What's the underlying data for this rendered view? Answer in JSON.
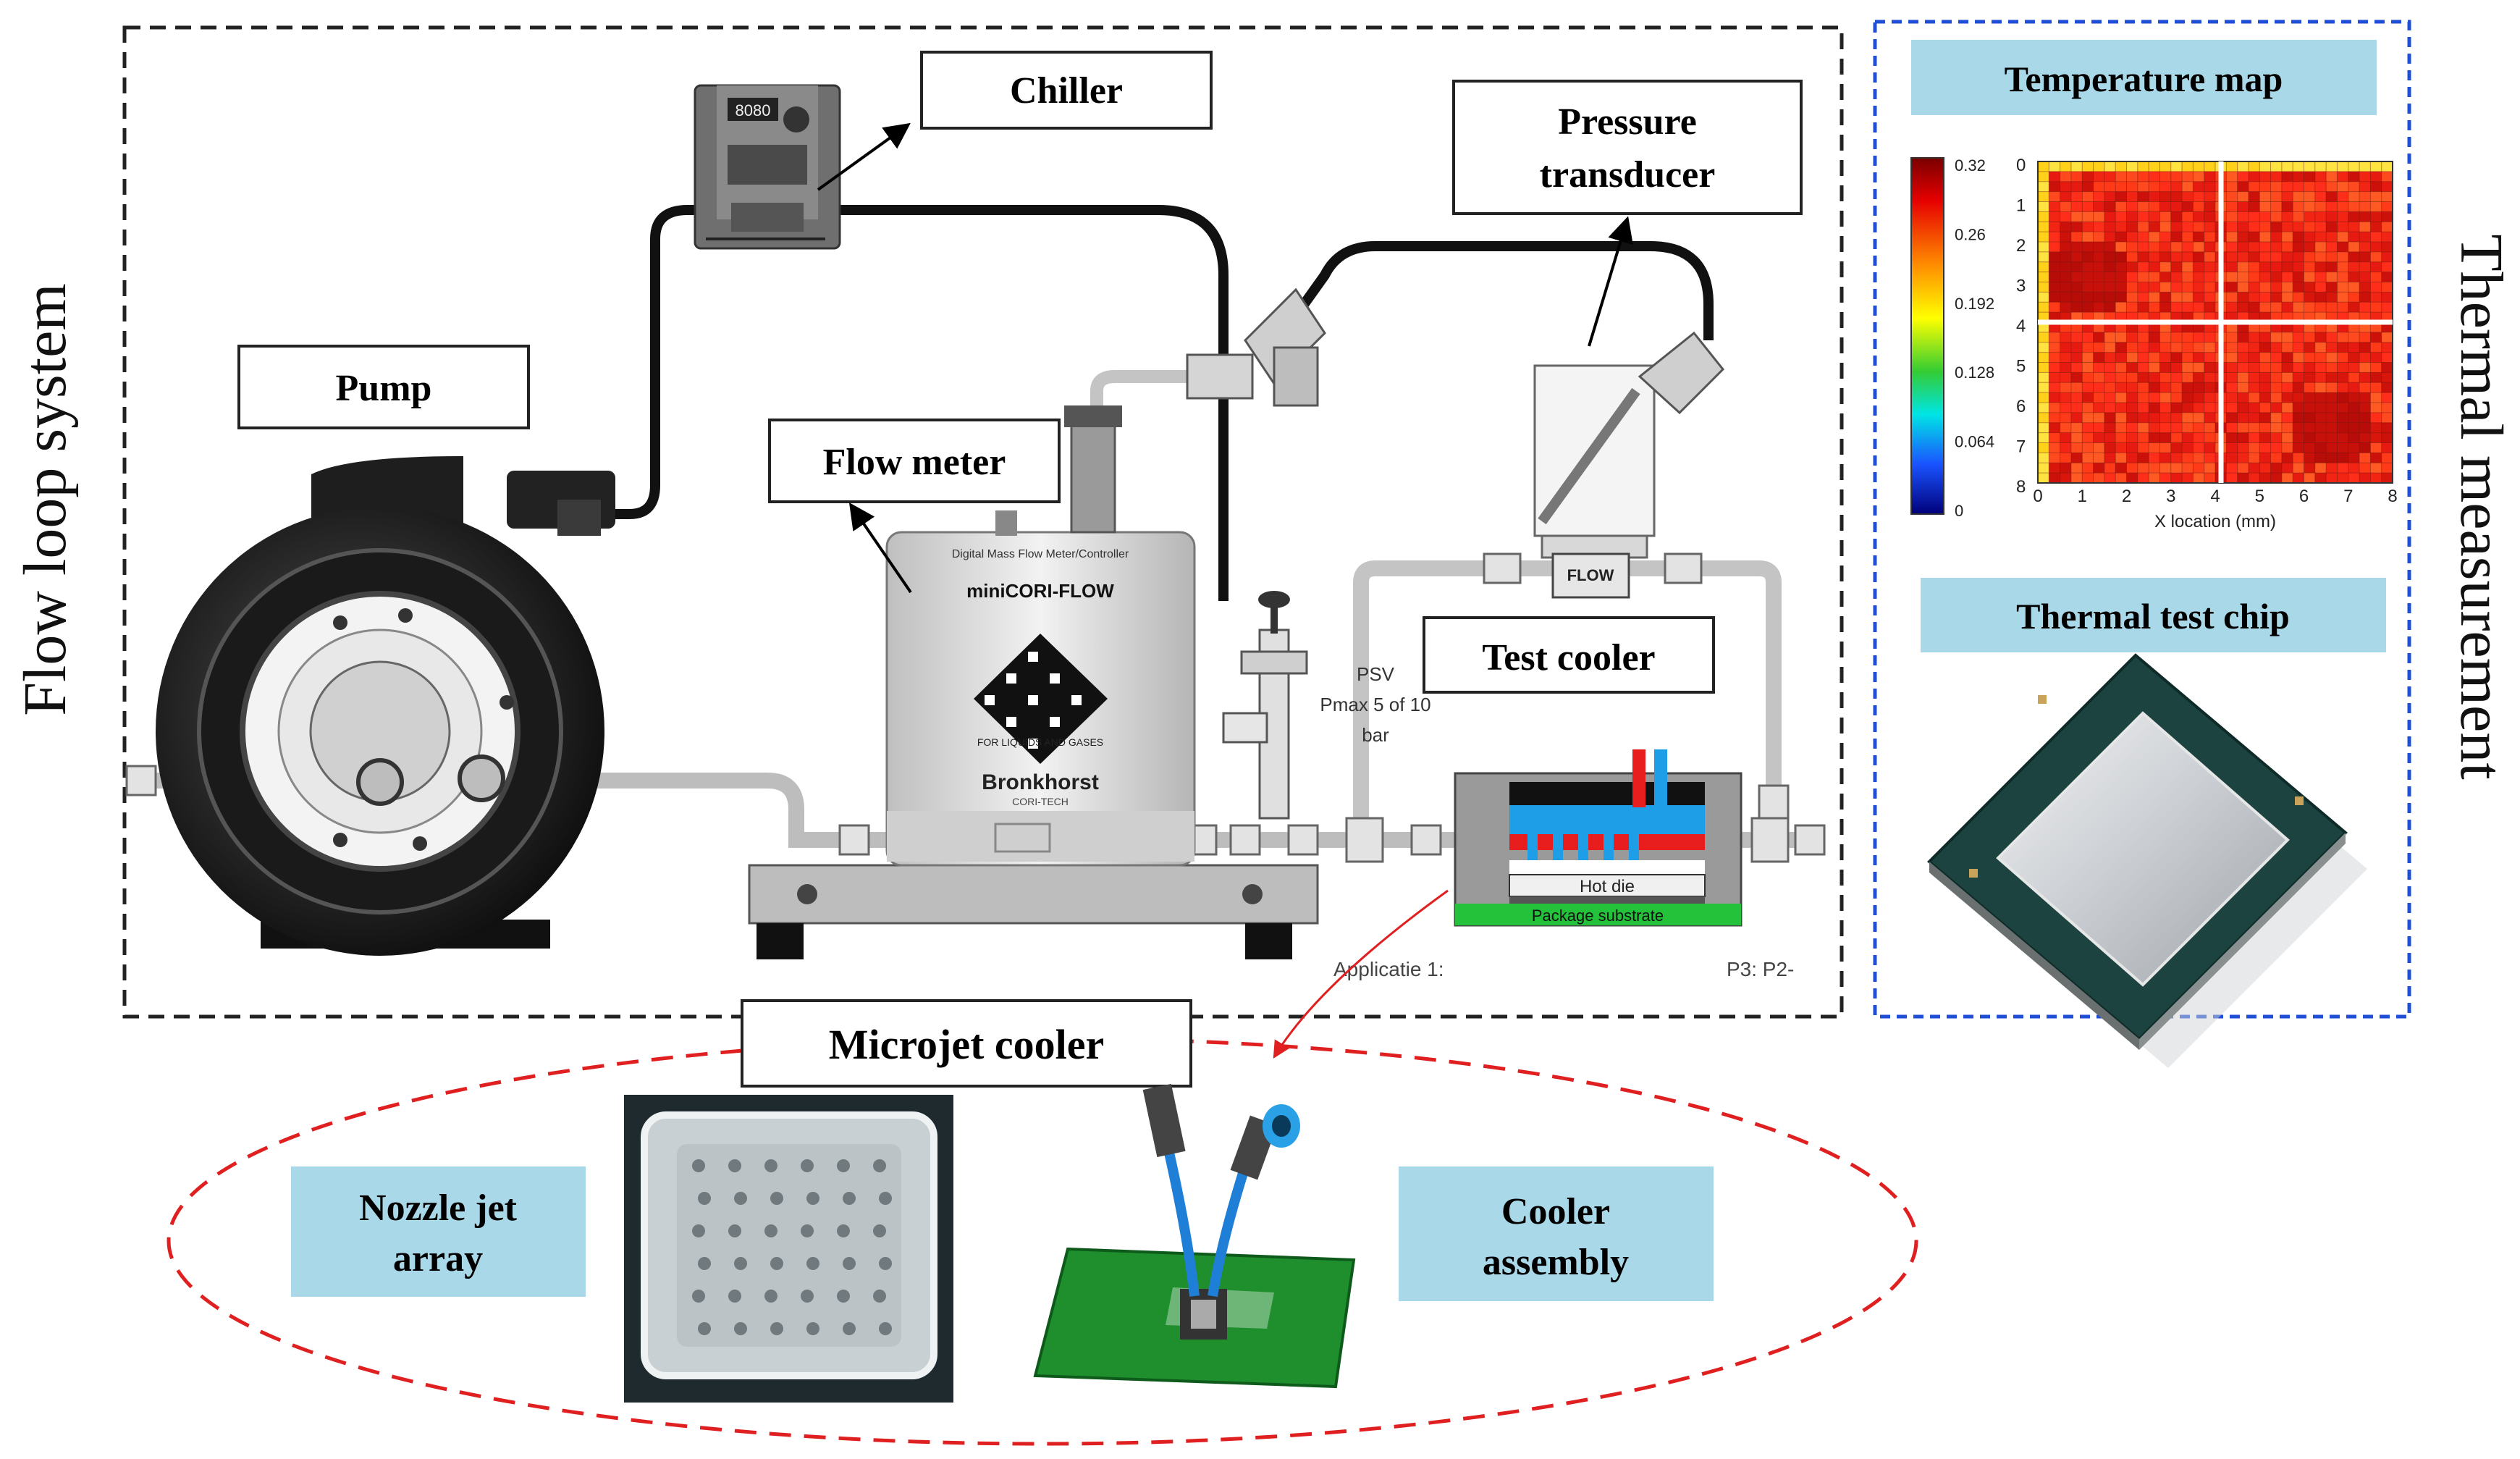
{
  "sections": {
    "flow_loop": "Flow loop system",
    "thermal": "Thermal measurement"
  },
  "labels": {
    "chiller": "Chiller",
    "pressure_line1": "Pressure",
    "pressure_line2": "transducer",
    "pump": "Pump",
    "flow_meter": "Flow meter",
    "test_cooler": "Test cooler",
    "microjet": "Microjet cooler",
    "nozzle_line1": "Nozzle jet",
    "nozzle_line2": "array",
    "cooler_line1": "Cooler",
    "cooler_line2": "assembly",
    "temp_map": "Temperature map",
    "thermal_chip": "Thermal test chip"
  },
  "psv": {
    "line1": "PSV",
    "line2": "Pmax 5 of 10",
    "line3": "bar"
  },
  "flowmeter_text": {
    "top": "Digital Mass Flow Meter/Controller",
    "brand": "miniCORI-FLOW",
    "liquids": "FOR LIQUIDS AND GASES",
    "maker": "Bronkhorst",
    "maker_sub": "CORI-TECH"
  },
  "transducer_text": {
    "flow": "FLOW"
  },
  "cooler_section": {
    "hot_die": "Hot die",
    "substrate": "Package substrate"
  },
  "footer": {
    "applicatie": "Applicatie 1:",
    "page": "P3: P2-"
  },
  "chiller_panel": {
    "display": "8080"
  },
  "heatmap": {
    "colorbar_ticks": [
      "0.32",
      "0.26",
      "0.192",
      "0.128",
      "0.064",
      "0"
    ],
    "y_ticks": [
      "0",
      "1",
      "2",
      "3",
      "4",
      "5",
      "6",
      "7",
      "8"
    ],
    "x_ticks": [
      "0",
      "1",
      "2",
      "3",
      "4",
      "5",
      "6",
      "7",
      "8"
    ],
    "xlabel": "X location (mm)"
  },
  "colors": {
    "flow_box_border": "#222222",
    "thermal_box_border": "#1f4fd6",
    "label_fill": "#a9d8e8",
    "ellipse": "#e02020",
    "red_arrow": "#e02020"
  }
}
